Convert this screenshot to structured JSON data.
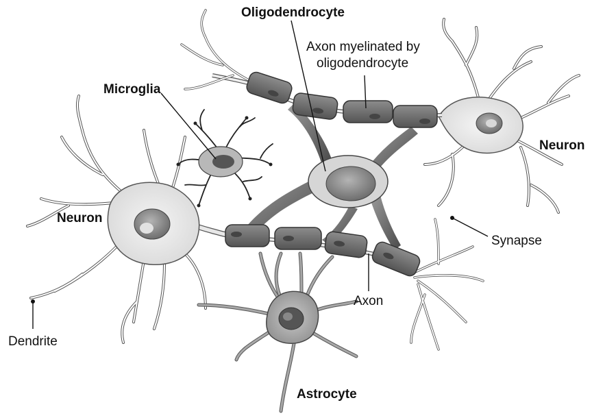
{
  "labels": {
    "oligodendrocyte": "Oligodendrocyte",
    "axon_myelinated_line1": "Axon myelinated by",
    "axon_myelinated_line2": "oligodendrocyte",
    "microglia": "Microglia",
    "neuron_right": "Neuron",
    "neuron_left": "Neuron",
    "synapse": "Synapse",
    "axon": "Axon",
    "dendrite": "Dendrite",
    "astrocyte": "Astrocyte"
  },
  "colors": {
    "neuron_body": "#e6e6e6",
    "neuron_outline": "#555555",
    "nucleus": "#8a8a8a",
    "myelin": "#6f6f6f",
    "myelin_dark": "#4a4a4a",
    "oligo_body": "#c9c9c9",
    "astro_body": "#9a9a9a",
    "microglia_body": "#b5b5b5",
    "line": "#222222"
  }
}
